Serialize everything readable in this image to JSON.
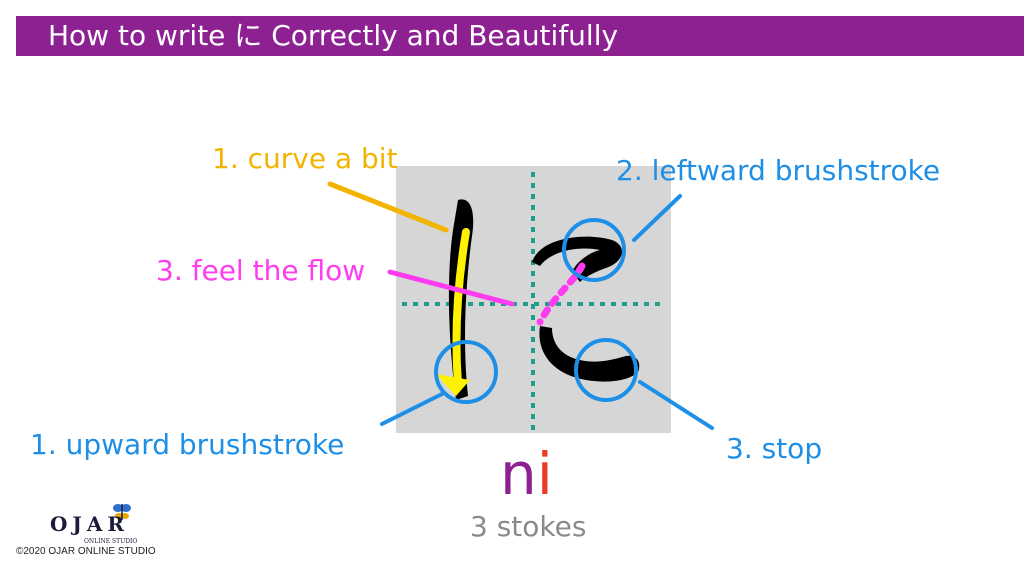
{
  "title": "How to write に Correctly and Beautifully",
  "colors": {
    "title_bar": "#8e2192",
    "stroke_note_yellow": "#f2b400",
    "stroke_note_blue": "#1e8fe6",
    "stroke_note_pink": "#ff3cf0",
    "grid_box": "#d6d6d6",
    "grid_lines": "#1f9e8c"
  },
  "labels": {
    "curve": "1. curve a bit",
    "leftward": "2. leftward  brushstroke",
    "flow": "3. feel the flow",
    "upward": "1. upward  brushstroke",
    "stop": "3. stop"
  },
  "character": "に",
  "romaji": {
    "first": "n",
    "second": "i"
  },
  "stroke_count": "3 stokes",
  "logo": {
    "name": "OJAR",
    "sub": "ONLINE STUDIO"
  },
  "copyright": "©2020 OJAR ONLINE STUDIO",
  "icons": [
    "butterfly-icon"
  ]
}
